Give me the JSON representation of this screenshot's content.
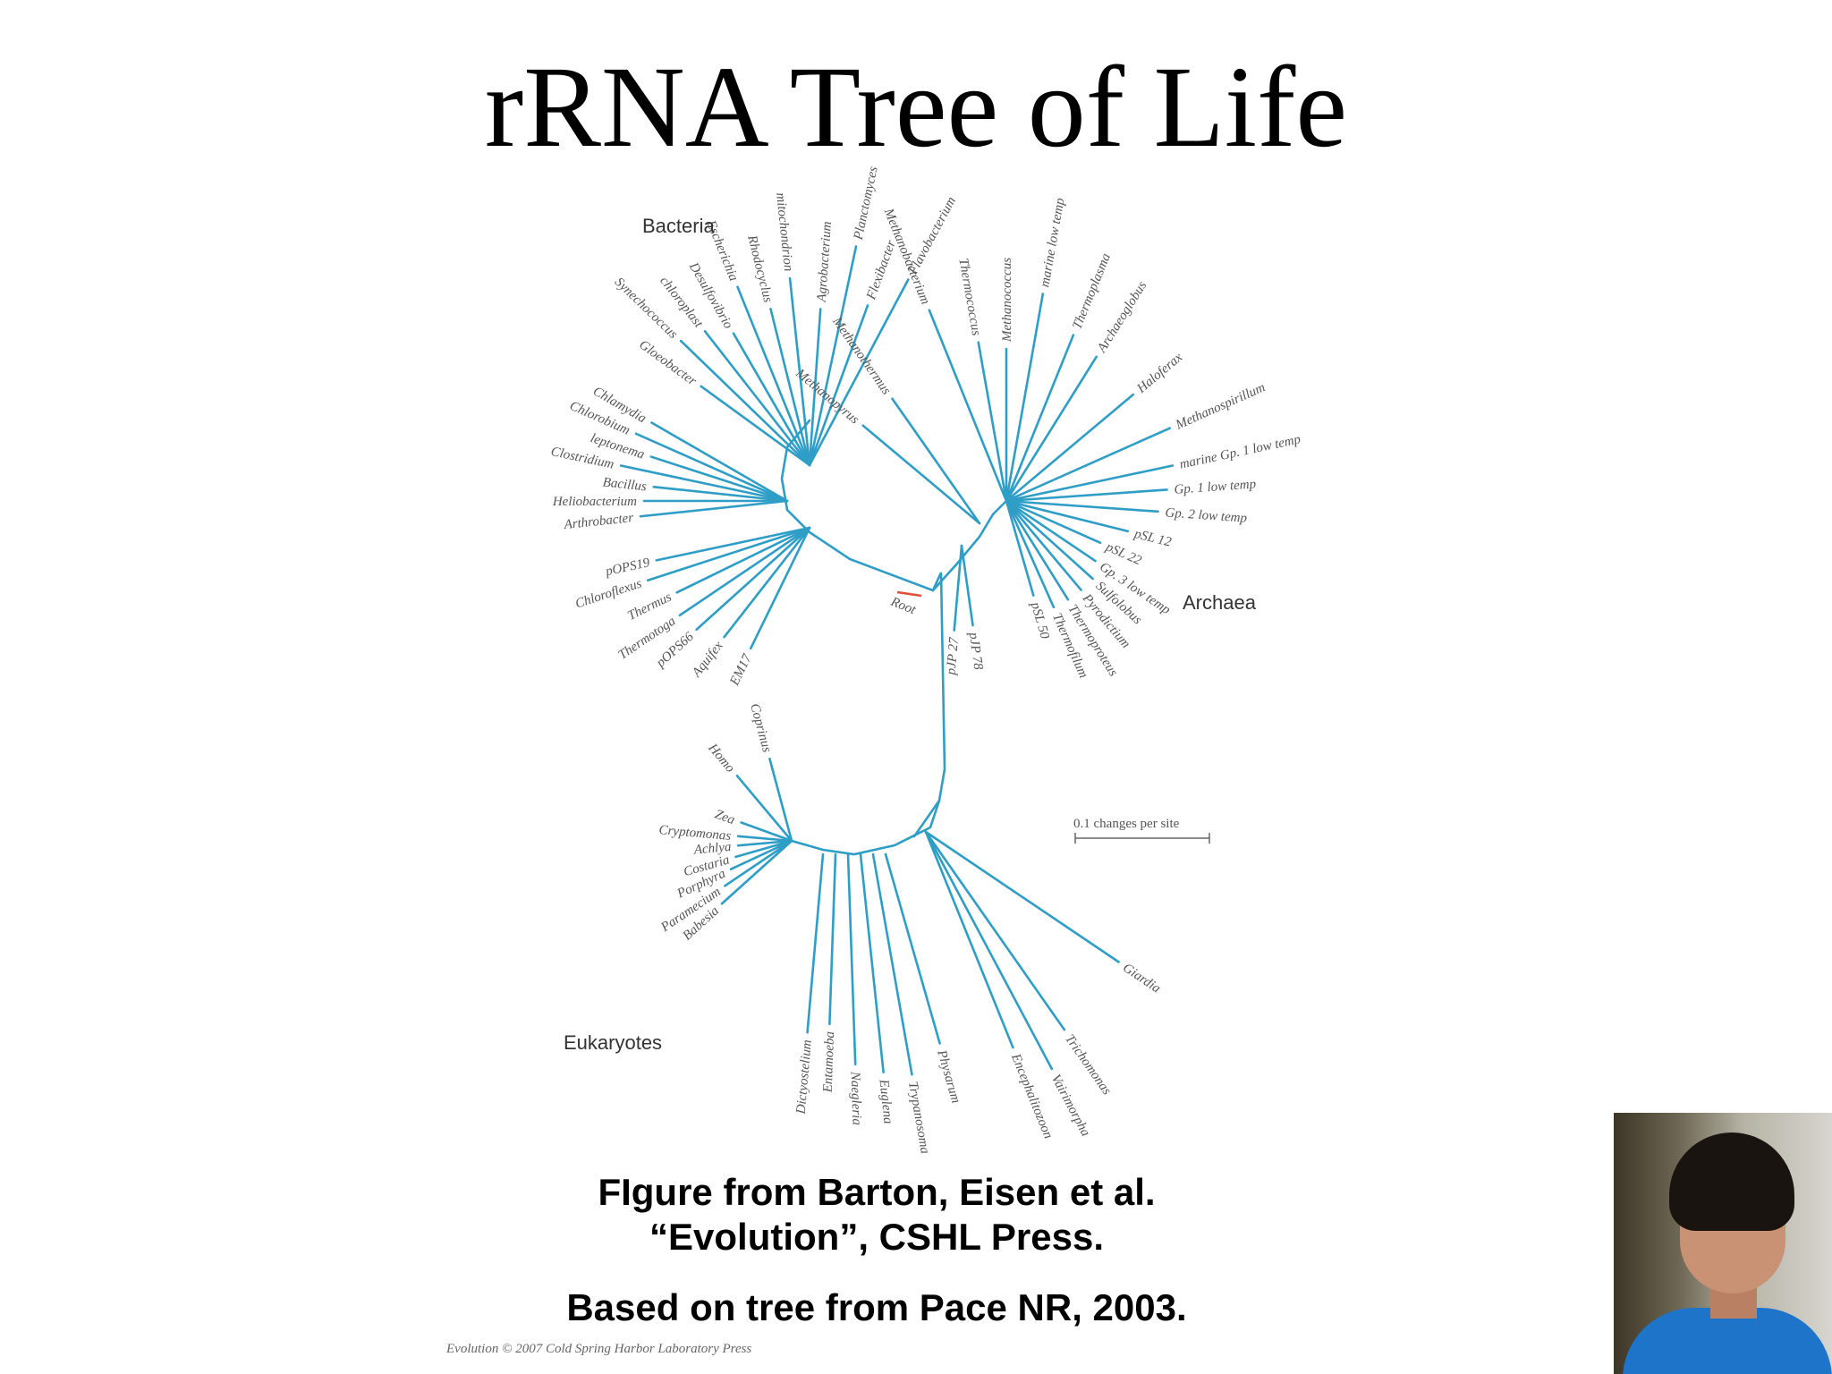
{
  "slide": {
    "title": "rRNA Tree of Life",
    "caption_line1": "FIgure from Barton, Eisen et al.",
    "caption_line2": "“Evolution”, CSHL Press.",
    "caption_line3": "Based on tree from Pace NR, 2003."
  },
  "diagram": {
    "domains": {
      "bacteria": "Bacteria",
      "archaea": "Archaea",
      "eukaryotes": "Eukaryotes"
    },
    "root_label": "Root",
    "scale_label": "0.1 changes per site",
    "credit": "Evolution © 2007 Cold Spring Harbor Laboratory Press",
    "bacteria_leaves": [
      "Flavobacterium",
      "Flexibacter",
      "Planctomyces",
      "Agrobacterium",
      "mitochondrion",
      "Rhodocyclus",
      "Escherichia",
      "Desulfovibrio",
      "chloroplast",
      "Synechococcus",
      "Gloeobacter",
      "Chlamydia",
      "Chlorobium",
      "leptonema",
      "Clostridium",
      "Bacillus",
      "Heliobacterium",
      "Arthrobacter",
      "pOPS19",
      "Chloroflexus",
      "Thermus",
      "Thermotoga",
      "pOPS66",
      "Aquifex",
      "EM17"
    ],
    "archaea_leaves": [
      "Methanobacterium",
      "Thermococcus",
      "Methanococcus",
      "marine low temp",
      "Thermoplasma",
      "Archaeoglobus",
      "Haloferax",
      "Methanospirillum",
      "marine Gp. 1 low temp",
      "Gp. 1 low temp",
      "Gp. 2 low temp",
      "pSL 12",
      "pSL 22",
      "Gp. 3 low temp",
      "Sulfolobus",
      "Pyrodictium",
      "Thermoproteus",
      "Thermofilum",
      "pSL 50",
      "pJP 78",
      "pJP 27",
      "Methanothermus",
      "Methanopyrus"
    ],
    "eukaryote_leaves": [
      "Coprinus",
      "Homo",
      "Zea",
      "Cryptomonas",
      "Achlya",
      "Costaria",
      "Porphyra",
      "Paramecium",
      "Babesia",
      "Dictyostelium",
      "Entamoeba",
      "Naegleria",
      "Euglena",
      "Trypanosoma",
      "Physarum",
      "Encephalitozoon",
      "Vairimorpha",
      "Trichomonas",
      "Giardia"
    ]
  }
}
